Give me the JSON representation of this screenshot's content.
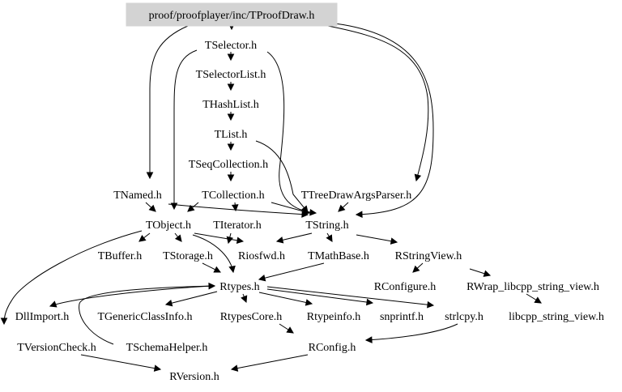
{
  "graph": {
    "root": "proof/proofplayer/inc/TProofDraw.h",
    "nodes": {
      "tproofdraw": "proof/proofplayer/inc/TProofDraw.h",
      "tselector": "TSelector.h",
      "tselectorlist": "TSelectorList.h",
      "thashlist": "THashList.h",
      "tlist": "TList.h",
      "tseqcollection": "TSeqCollection.h",
      "tcollection": "TCollection.h",
      "tnamed": "TNamed.h",
      "ttreedrawargsparser": "TTreeDrawArgsParser.h",
      "tobject": "TObject.h",
      "titerator": "TIterator.h",
      "tstring": "TString.h",
      "tbuffer": "TBuffer.h",
      "tstorage": "TStorage.h",
      "riosfwd": "Riosfwd.h",
      "tmathbase": "TMathBase.h",
      "rstringview": "RStringView.h",
      "rconfigure": "RConfigure.h",
      "rwrap": "RWrap_libcpp_string_view.h",
      "rtypes": "Rtypes.h",
      "dllimport": "DllImport.h",
      "tgenericclassinfo": "TGenericClassInfo.h",
      "rtypescore": "RtypesCore.h",
      "rtypeinfo": "Rtypeinfo.h",
      "snprintf": "snprintf.h",
      "strlcpy": "strlcpy.h",
      "libcpp": "libcpp_string_view.h",
      "tversioncheck": "TVersionCheck.h",
      "tschemahelper": "TSchemaHelper.h",
      "rconfig": "RConfig.h",
      "rversion": "RVersion.h"
    },
    "edges": [
      [
        "tproofdraw",
        "tselector"
      ],
      [
        "tproofdraw",
        "tnamed"
      ],
      [
        "tproofdraw",
        "ttreedrawargsparser"
      ],
      [
        "tproofdraw",
        "tstring"
      ],
      [
        "tselector",
        "tselectorlist"
      ],
      [
        "tselector",
        "tobject"
      ],
      [
        "tselector",
        "tstring"
      ],
      [
        "tselectorlist",
        "thashlist"
      ],
      [
        "thashlist",
        "tlist"
      ],
      [
        "tlist",
        "tseqcollection"
      ],
      [
        "tlist",
        "tstring"
      ],
      [
        "tseqcollection",
        "tcollection"
      ],
      [
        "tcollection",
        "tobject"
      ],
      [
        "tcollection",
        "titerator"
      ],
      [
        "tcollection",
        "tstring"
      ],
      [
        "tnamed",
        "tobject"
      ],
      [
        "tnamed",
        "tstring"
      ],
      [
        "ttreedrawargsparser",
        "tstring"
      ],
      [
        "tobject",
        "tbuffer"
      ],
      [
        "tobject",
        "tstorage"
      ],
      [
        "tobject",
        "riosfwd"
      ],
      [
        "tobject",
        "rtypes"
      ],
      [
        "tobject",
        "tversioncheck"
      ],
      [
        "titerator",
        "rtypes"
      ],
      [
        "tstring",
        "riosfwd"
      ],
      [
        "tstring",
        "tmathbase"
      ],
      [
        "tstring",
        "rstringview"
      ],
      [
        "tstorage",
        "rtypes"
      ],
      [
        "tmathbase",
        "rtypes"
      ],
      [
        "rstringview",
        "rconfigure"
      ],
      [
        "rstringview",
        "rwrap"
      ],
      [
        "rwrap",
        "libcpp"
      ],
      [
        "rtypes",
        "dllimport"
      ],
      [
        "rtypes",
        "tgenericclassinfo"
      ],
      [
        "rtypes",
        "rtypescore"
      ],
      [
        "rtypes",
        "rtypeinfo"
      ],
      [
        "rtypes",
        "snprintf"
      ],
      [
        "rtypes",
        "strlcpy"
      ],
      [
        "tschemahelper",
        "rtypes"
      ],
      [
        "rtypescore",
        "rconfig"
      ],
      [
        "strlcpy",
        "rconfig"
      ],
      [
        "rconfig",
        "rversion"
      ],
      [
        "tversioncheck",
        "rversion"
      ]
    ]
  }
}
